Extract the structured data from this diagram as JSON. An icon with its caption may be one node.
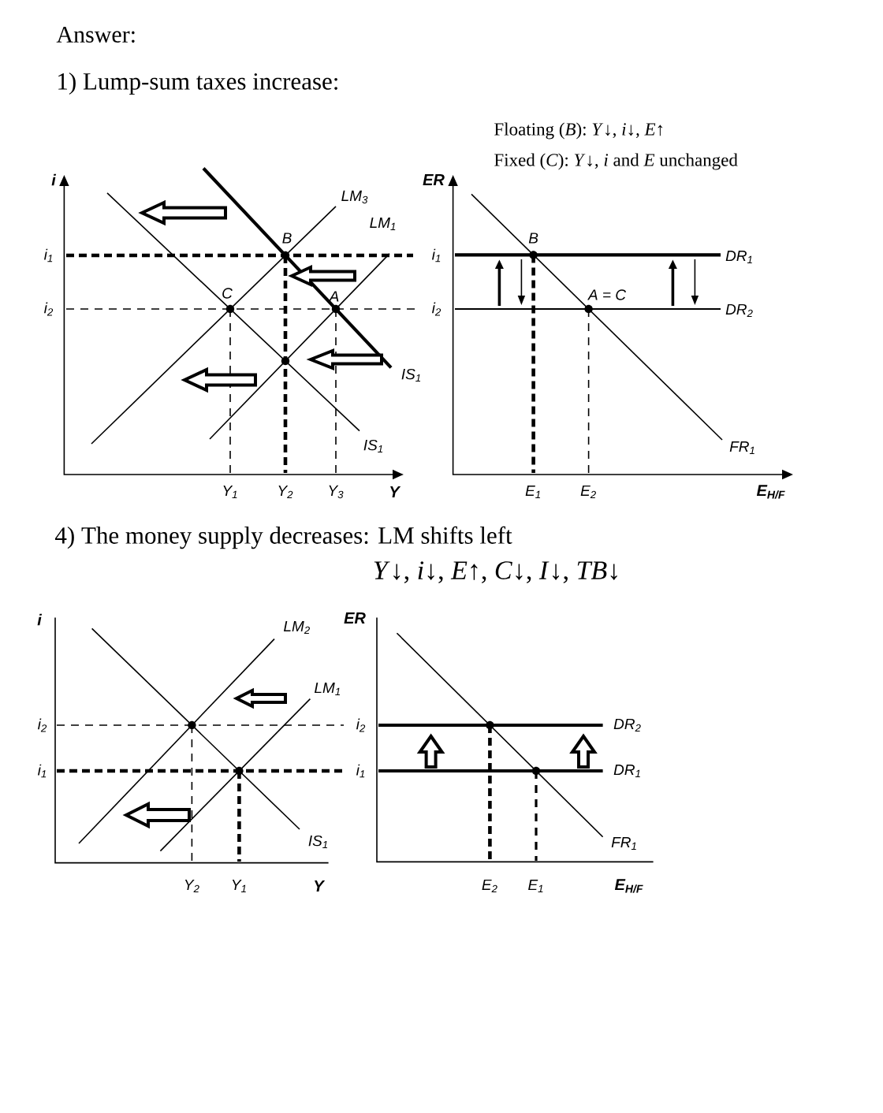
{
  "diagram": {
    "title": "Answer:",
    "labels": [
      "1) Lump-sum taxes increase:",
      "Floating (*B*): *Y*↓, *i*↓, *E*↑",
      "Fixed (*C*): *Y*↓, *i* and *E* unchanged",
      "i",
      "LM$_{3}$",
      "B",
      "LM$_{1}$",
      "i$_{1}$",
      "C",
      "A",
      "i$_{2}$",
      "IS$_{1}$",
      "IS$_{1}$",
      "Y$_{1}$",
      "Y$_{2}$",
      "Y$_{3}$",
      "Y",
      "ER",
      "B",
      "i$_{1}$",
      "DR$_{1}$",
      "A = C",
      "i$_{2}$",
      "DR$_{2}$",
      "FR$_{1}$",
      "E$_{1}$",
      "E$_{2}$",
      "E$_{H/F}$",
      "4) The money supply decreases: LM shifts left",
      "*Y*↓, *i*↓, *E*↑, *C*↓, *I*↓, *TB*↓",
      "i",
      "LM$_{2}$",
      "ER",
      "LM$_{1}$",
      "i$_{2}$",
      "i$_{2}$",
      "i$_{1}$",
      "i$_{1}$",
      "IS$_{1}$",
      "Y$_{2}$",
      "Y$_{1}$",
      "Y",
      "DR$_{2}$",
      "DR$_{1}$",
      "FR$_{1}$",
      "E$_{2}$",
      "E$_{1}$",
      "E$_{H/F}$"
    ]
  }
}
